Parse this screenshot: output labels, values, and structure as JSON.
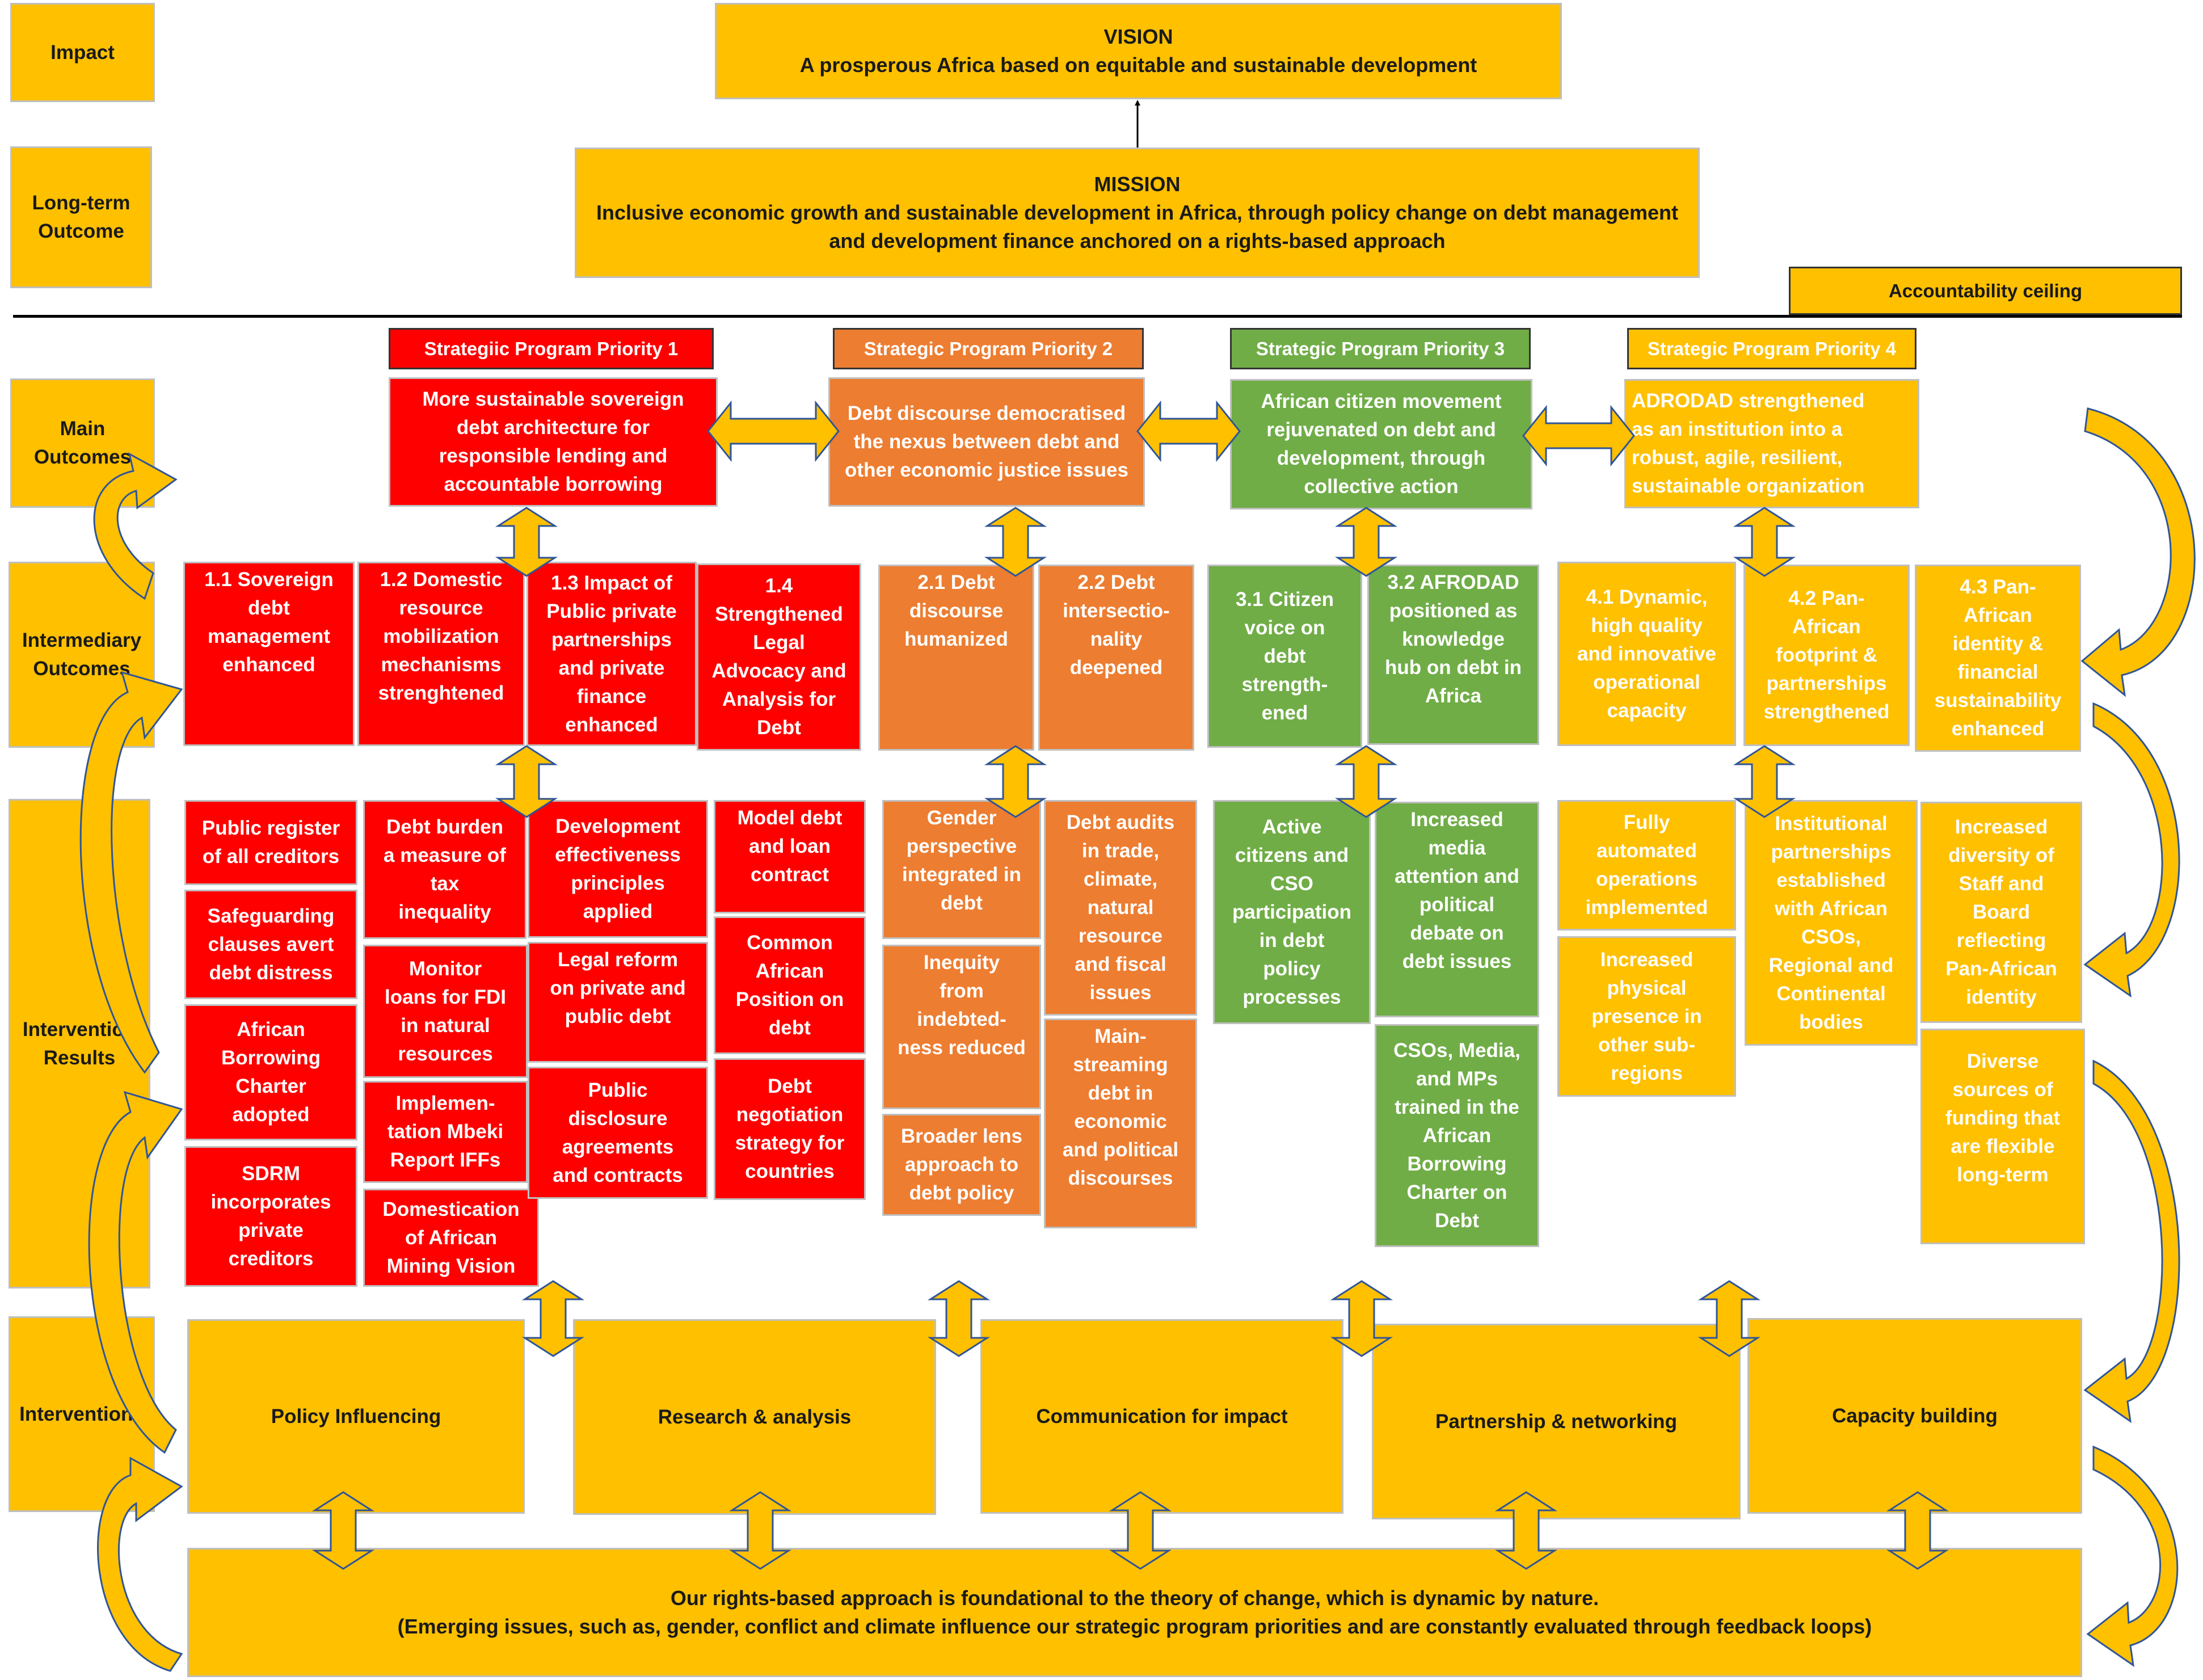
{
  "levels": {
    "impact": "Impact",
    "long_term_outcome": "Long-term\nOutcome",
    "main_outcomes": "Main\nOutcomes",
    "intermediary_outcomes": "Intermediary\nOutcomes",
    "intervention_results": "Intervention\nResults",
    "interventions": "Interventions"
  },
  "vision": {
    "title": "VISION",
    "text": "A prosperous Africa based on equitable and sustainable development"
  },
  "mission": {
    "title": "MISSION",
    "text": "Inclusive economic growth and sustainable development in Africa, through policy change on debt management\nand development finance anchored on a rights-based approach"
  },
  "accountability_ceiling": "Accountability ceiling",
  "priorities": {
    "p1": {
      "label": "Strategiic Program Priority 1",
      "outcome": "More sustainable sovereign\ndebt architecture for\nresponsible lending and\naccountable borrowing",
      "intermediary": {
        "i11": "1.1 Sovereign\ndebt\nmanagement\nenhanced",
        "i12": "1.2 Domestic\nresource\nmobilization\nmechanisms\nstrenghtened",
        "i13": "1.3 Impact of\nPublic private\npartnerships\nand private\nfinance\nenhanced",
        "i14": "1.4\nStrengthened\nLegal\nAdvocacy and\nAnalysis for\nDebt"
      },
      "results": {
        "r1": "Public register\nof all creditors",
        "r2": "Safeguarding\nclauses avert\ndebt distress",
        "r3": "African\nBorrowing\nCharter\nadopted",
        "r4": "SDRM\nincorporates\nprivate\ncreditors",
        "r5": "Debt burden\na measure of\ntax\ninequality",
        "r6": "Monitor\nloans for FDI\nin natural\nresources",
        "r7": "Implemen-\ntation Mbeki\nReport IFFs",
        "r8": "Domestication\nof African\nMining Vision",
        "r9": "Development\neffectiveness\nprinciples\napplied",
        "r10": "Legal reform\non private and\npublic debt",
        "r11": "Public\ndisclosure\nagreements\nand contracts",
        "r12": "Model debt\nand loan\ncontract",
        "r13": "Common\nAfrican\nPosition on\ndebt",
        "r14": "Debt\nnegotiation\nstrategy for\ncountries"
      }
    },
    "p2": {
      "label": "Strategic Program Priority 2",
      "outcome": "Debt discourse democratised\nthe nexus between debt and\nother economic justice issues",
      "intermediary": {
        "i21": "2.1 Debt\ndiscourse\nhumanized",
        "i22": "2.2 Debt\nintersectio-\nnality\ndeepened"
      },
      "results": {
        "r1": "Gender\nperspective\nintegrated in\ndebt",
        "r2": "Inequity\nfrom\nindebted-\nness reduced",
        "r3": "Broader lens\napproach to\ndebt policy",
        "r4": "Debt audits\nin trade,\nclimate,\nnatural\nresource\nand fiscal\nissues",
        "r5": "Main-\nstreaming\ndebt in\neconomic\nand political\ndiscourses"
      }
    },
    "p3": {
      "label": "Strategic Program Priority 3",
      "outcome": "African citizen movement\nrejuvenated on debt and\ndevelopment, through\ncollective action",
      "intermediary": {
        "i31": "3.1 Citizen\nvoice on\ndebt\nstrength-\nened",
        "i32": "3.2 AFRODAD\npositioned as\nknowledge\nhub on debt in\nAfrica"
      },
      "results": {
        "r1": "Active\ncitizens and\nCSO\nparticipation\nin debt\npolicy\nprocesses",
        "r2": "Increased\nmedia\nattention and\npolitical\ndebate on\ndebt issues",
        "r3": "CSOs, Media,\nand MPs\ntrained in the\nAfrican\nBorrowing\nCharter on\nDebt"
      }
    },
    "p4": {
      "label": "Strategic Program Priority 4",
      "outcome": "ADRODAD strengthened\nas an institution into a\nrobust, agile, resilient,\nsustainable organization",
      "intermediary": {
        "i41": "4.1 Dynamic,\nhigh quality\nand innovative\noperational\ncapacity",
        "i42": "4.2 Pan-\nAfrican\nfootprint &\npartnerships\nstrengthened",
        "i43": "4.3 Pan-\nAfrican\nidentity &\nfinancial\nsustainability\nenhanced"
      },
      "results": {
        "r1": "Fully\nautomated\noperations\nimplemented",
        "r2": "Increased\nphysical\npresence in\nother sub-\nregions",
        "r3": "Institutional\npartnerships\nestablished\nwith African\nCSOs,\nRegional and\nContinental\nbodies",
        "r4": "Increased\ndiversity of\nStaff and\nBoard\nreflecting\nPan-African\nidentity",
        "r5": "Diverse\nsources of\nfunding that\nare flexible\nlong-term"
      }
    }
  },
  "interventions": {
    "policy": "Policy Influencing",
    "research": "Research & analysis",
    "communication": "Communication for impact",
    "partnership": "Partnership & networking",
    "capacity": "Capacity building"
  },
  "foundation": {
    "line1": "Our rights-based approach is foundational to the theory of change, which is dynamic by nature.",
    "line2": "(Emerging issues, such as, gender, conflict and climate influence our strategic program priorities and are constantly evaluated through feedback loops)"
  },
  "colors": {
    "yellow": "#ffc000",
    "red": "#ff0000",
    "orange": "#ed7d31",
    "green": "#70ad47",
    "border": "#bfbfbf",
    "arrow_fill": "#ffc000",
    "arrow_stroke": "#2f5597"
  }
}
